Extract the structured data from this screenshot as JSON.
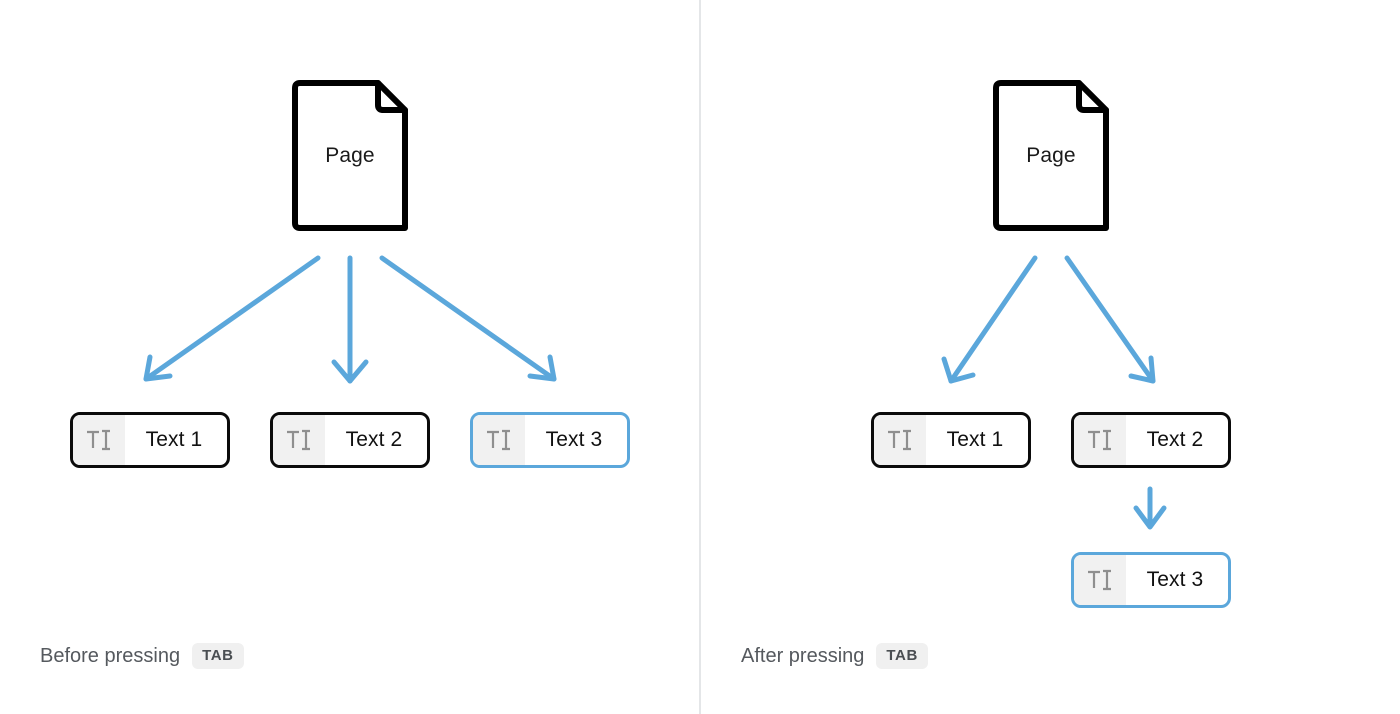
{
  "diagram": {
    "type": "flow-diagram",
    "title_implicit": "TAB key navigation between text nodes",
    "accent_blue": "#5ba7db",
    "node_border_dark": "#0b0b0b",
    "icon_cell_bg": "#f1f1f1",
    "divider_color": "#e4e6e8",
    "background": "#ffffff"
  },
  "panels": [
    {
      "id": "before",
      "caption": {
        "text": "Before pressing",
        "key": "TAB"
      },
      "page_node": {
        "label": "Page",
        "icon": "document-icon"
      },
      "text_nodes": [
        {
          "label": "Text 1",
          "icon": "text-cursor-icon",
          "selected": false
        },
        {
          "label": "Text 2",
          "icon": "text-cursor-icon",
          "selected": false
        },
        {
          "label": "Text 3",
          "icon": "text-cursor-icon",
          "selected": true
        }
      ],
      "connectors": [
        {
          "from": "Page",
          "to": "Text 1",
          "style": "arrow",
          "color": "#5ba7db"
        },
        {
          "from": "Page",
          "to": "Text 2",
          "style": "arrow",
          "color": "#5ba7db"
        },
        {
          "from": "Page",
          "to": "Text 3",
          "style": "arrow",
          "color": "#5ba7db"
        }
      ]
    },
    {
      "id": "after",
      "caption": {
        "text": "After pressing",
        "key": "TAB"
      },
      "page_node": {
        "label": "Page",
        "icon": "document-icon"
      },
      "text_nodes": [
        {
          "label": "Text 1",
          "icon": "text-cursor-icon",
          "selected": false
        },
        {
          "label": "Text 2",
          "icon": "text-cursor-icon",
          "selected": false
        },
        {
          "label": "Text 3",
          "icon": "text-cursor-icon",
          "selected": true
        }
      ],
      "connectors": [
        {
          "from": "Page",
          "to": "Text 1",
          "style": "arrow",
          "color": "#5ba7db"
        },
        {
          "from": "Page",
          "to": "Text 2",
          "style": "arrow",
          "color": "#5ba7db"
        },
        {
          "from": "Text 2",
          "to": "Text 3",
          "style": "arrow",
          "color": "#5ba7db"
        }
      ]
    }
  ]
}
